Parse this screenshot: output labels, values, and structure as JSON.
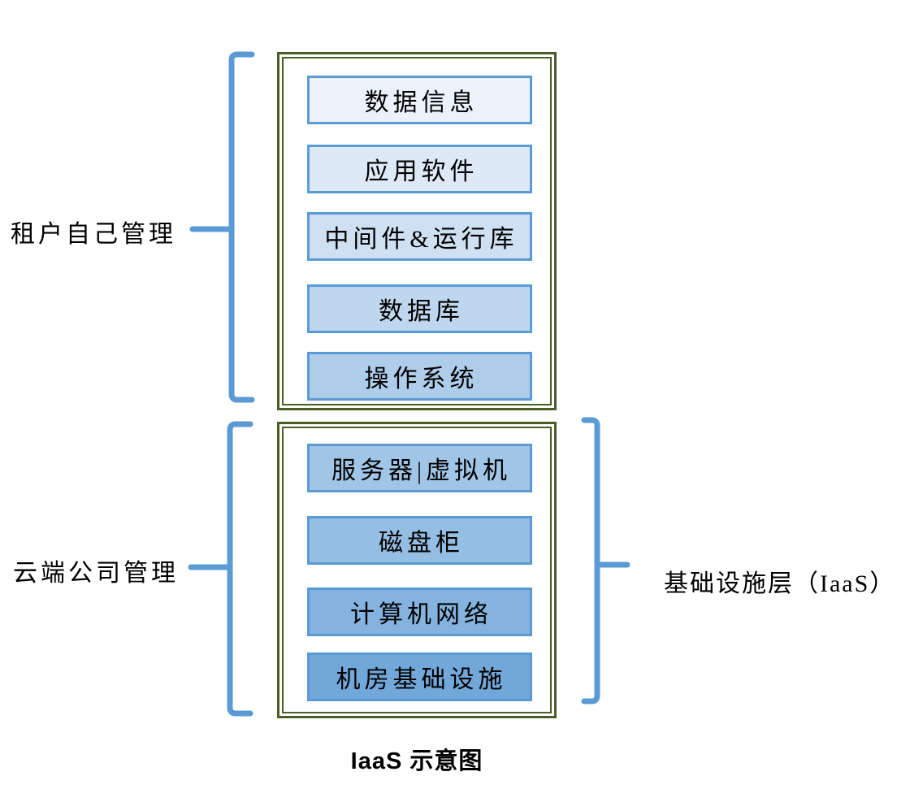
{
  "colors": {
    "accent_blue": "#5b9bd5",
    "group_border_green": "#4a5e28",
    "text_color": "#000000"
  },
  "caption": "IaaS 示意图",
  "labels": {
    "tenant": "租户自己管理",
    "cloud": "云端公司管理",
    "iaas": "基础设施层（IaaS）"
  },
  "tenant_group": {
    "boxes": [
      {
        "label": "数据信息",
        "fill": "#ebf2fb"
      },
      {
        "label": "应用软件",
        "fill": "#dde9f7"
      },
      {
        "label": "中间件&运行库",
        "fill": "#cee0f2"
      },
      {
        "label": "数据库",
        "fill": "#bfd7ee"
      },
      {
        "label": "操作系统",
        "fill": "#aecdea"
      }
    ]
  },
  "cloud_group": {
    "boxes": [
      {
        "label": "服务器|虚拟机",
        "fill": "#a0c5e7"
      },
      {
        "label": "磁盘柜",
        "fill": "#95bee4"
      },
      {
        "label": "计算机网络",
        "fill": "#84b3df"
      },
      {
        "label": "机房基础设施",
        "fill": "#72a7da"
      }
    ]
  }
}
